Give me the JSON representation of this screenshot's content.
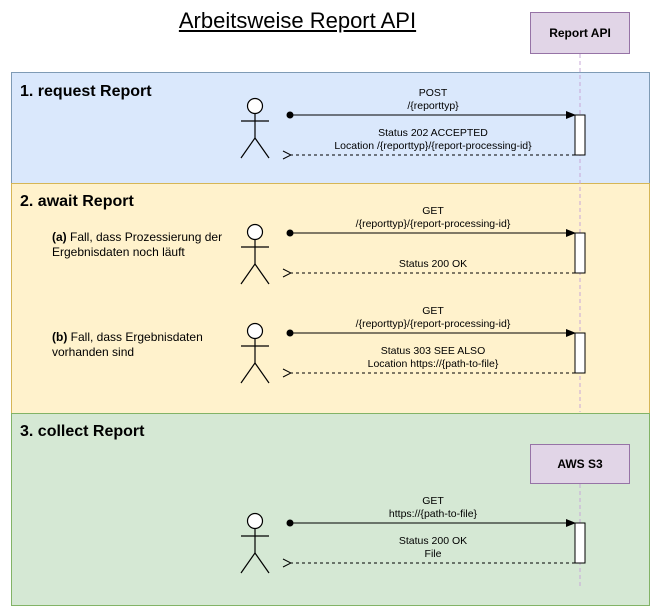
{
  "title": "Arbeitsweise Report API",
  "participants": {
    "report_api": "Report API",
    "aws_s3": "AWS S3"
  },
  "colors": {
    "section1_fill": "#dae8fc",
    "section2_fill": "#fff2cc",
    "section3_fill": "#d5e8d4",
    "participant_fill": "#e1d5e7",
    "lifeline": "#c8a8d8"
  },
  "sections": {
    "request": {
      "title": "1. request Report",
      "request_line1": "POST",
      "request_line2": "/{reporttyp}",
      "response_line1": "Status 202 ACCEPTED",
      "response_line2": "Location /{reporttyp}/{report-processing-id}"
    },
    "await": {
      "title": "2. await Report",
      "case_a": {
        "marker": "(a)",
        "text_line1": " Fall, dass Prozessierung der",
        "text_line2": "Ergebnisdaten noch läuft",
        "request_line1": "GET",
        "request_line2": "/{reporttyp}/{report-processing-id}",
        "response_line1": "Status 200 OK"
      },
      "case_b": {
        "marker": "(b)",
        "text_line1": " Fall, dass Ergebnisdaten",
        "text_line2": "vorhanden sind",
        "request_line1": "GET",
        "request_line2": "/{reporttyp}/{report-processing-id}",
        "response_line1": "Status 303 SEE ALSO",
        "response_line2": "Location https://{path-to-file}"
      }
    },
    "collect": {
      "title": "3. collect Report",
      "request_line1": "GET",
      "request_line2": "https://{path-to-file}",
      "response_line1": "Status 200 OK",
      "response_line2": "File"
    }
  }
}
